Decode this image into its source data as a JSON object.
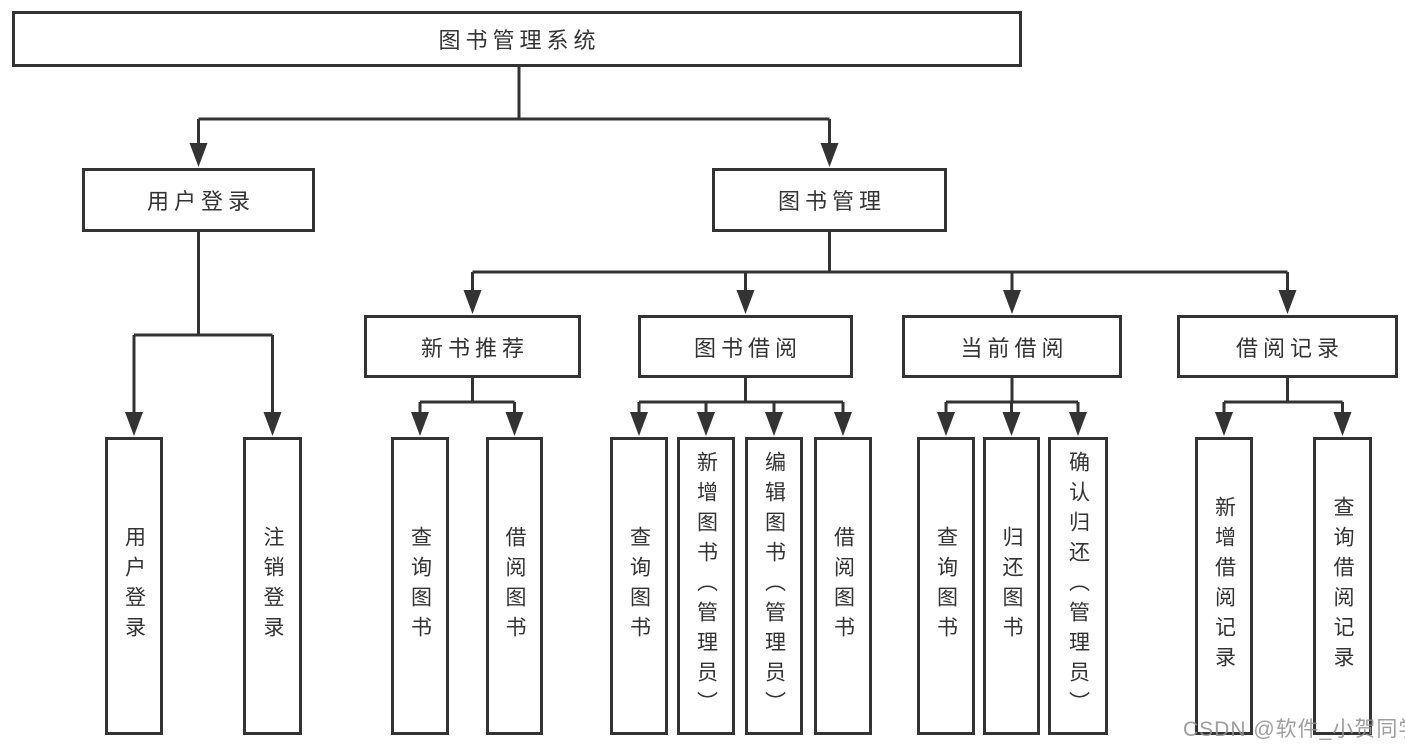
{
  "watermark": "CSDN @软件_小贺同学",
  "colors": {
    "line": "#333333",
    "text": "#333333",
    "watermark": "#949494",
    "background": "#ffffff"
  },
  "tree": {
    "root": {
      "label": "图书管理系统",
      "children": [
        {
          "label": "用户登录",
          "children": [
            {
              "label": "用户登录"
            },
            {
              "label": "注销登录"
            }
          ]
        },
        {
          "label": "图书管理",
          "children": [
            {
              "label": "新书推荐",
              "children": [
                {
                  "label": "查询图书"
                },
                {
                  "label": "借阅图书"
                }
              ]
            },
            {
              "label": "图书借阅",
              "children": [
                {
                  "label": "查询图书"
                },
                {
                  "label": "新增图书（管理员）"
                },
                {
                  "label": "编辑图书（管理员）"
                },
                {
                  "label": "借阅图书"
                }
              ]
            },
            {
              "label": "当前借阅",
              "children": [
                {
                  "label": "查询图书"
                },
                {
                  "label": "归还图书"
                },
                {
                  "label": "确认归还（管理员）"
                }
              ]
            },
            {
              "label": "借阅记录",
              "children": [
                {
                  "label": "新增借阅记录"
                },
                {
                  "label": "查询借阅记录"
                }
              ]
            }
          ]
        }
      ]
    }
  }
}
